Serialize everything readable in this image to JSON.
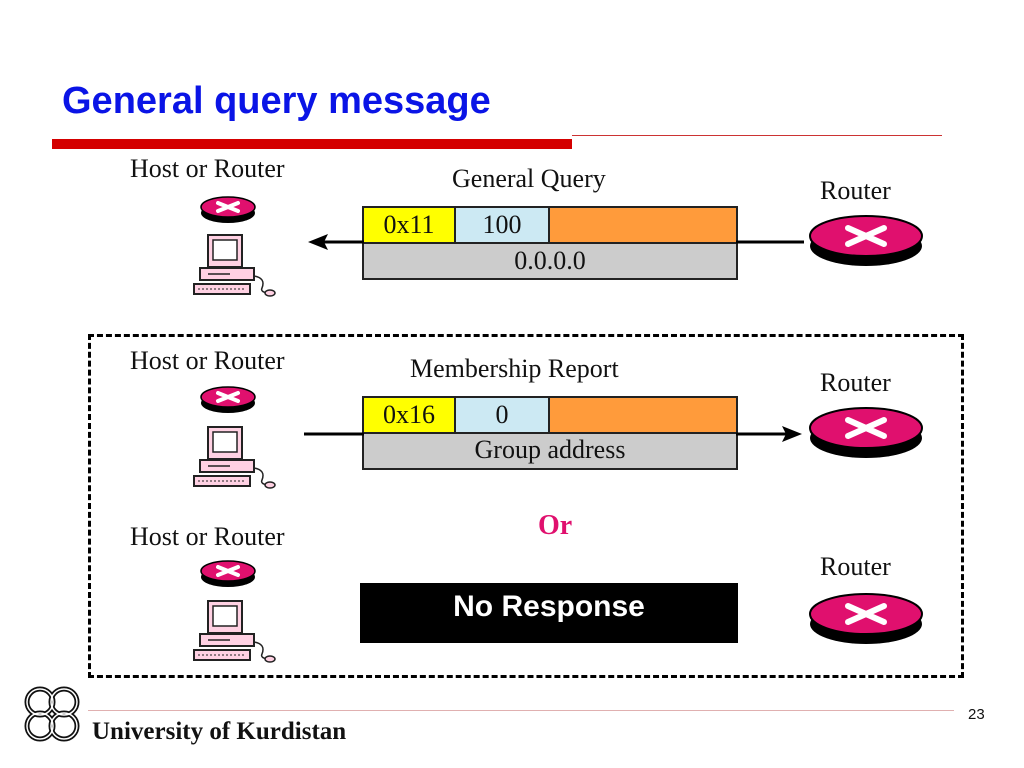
{
  "title": "General query message",
  "host_label": "Host or Router",
  "router_label": "Router",
  "query": {
    "caption": "General Query",
    "type": "0x11",
    "max_resp": "100",
    "address": "0.0.0.0"
  },
  "report": {
    "caption": "Membership Report",
    "type": "0x16",
    "max_resp": "0",
    "address": "Group address"
  },
  "or_text": "Or",
  "no_response": "No Response",
  "footer": {
    "university": "University of Kurdistan",
    "page_number": "23"
  },
  "colors": {
    "title": "#0a14e6",
    "accent_bar": "#d40000",
    "router": "#e0106e",
    "type_field": "#ffff00",
    "resp_field": "#cce9f3",
    "checksum_field": "#ff9b3b",
    "address_field": "#cccccc"
  },
  "icons": [
    "router-icon",
    "computer-icon",
    "arrow-left-icon",
    "arrow-right-icon",
    "university-logo-icon"
  ]
}
